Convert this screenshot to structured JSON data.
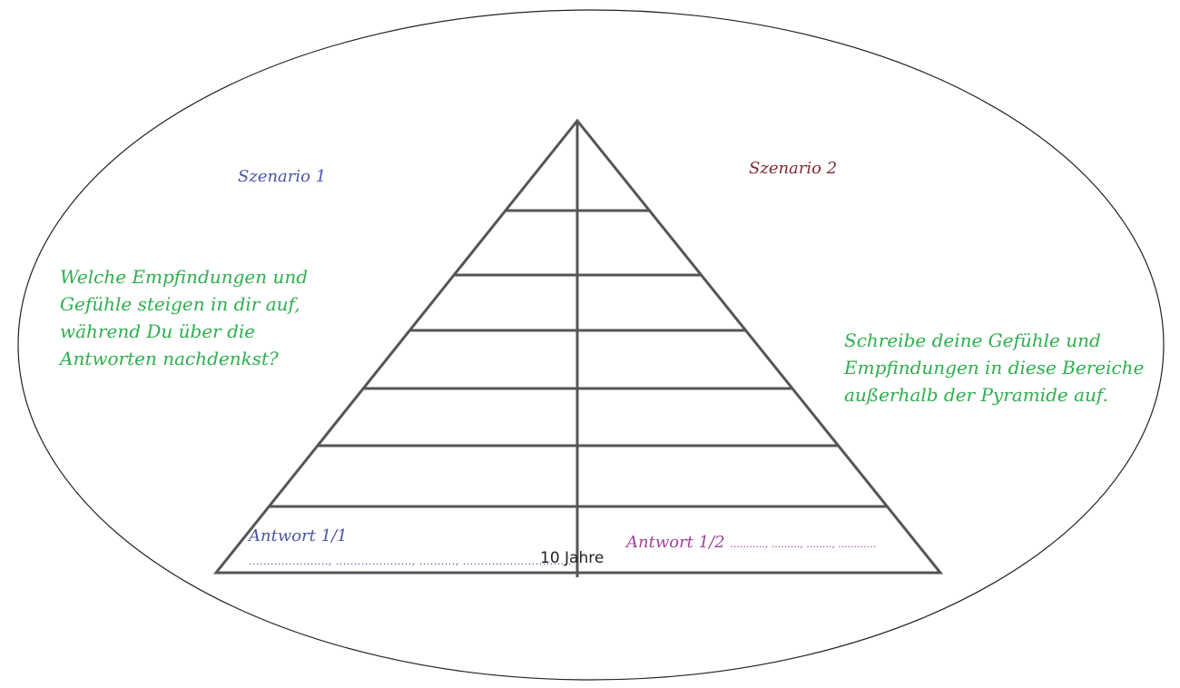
{
  "scenario_1_label": "Szenario 1",
  "scenario_2_label": "Szenario 2",
  "prompt_left": "Welche Empfindungen und Gefühle steigen in dir auf, während Du über die Antworten nachdenkst?",
  "prompt_right": "Schreibe deine Gefühle und Empfindungen in diese Bereiche außerhalb der Pyramide auf.",
  "answer_1_label": "Antwort 1/1",
  "answer_1_dots": "......................, ....................., .........., ..............................",
  "answer_2_label": "Antwort 1/2",
  "answer_2_dots": "..........., ........., ........, ............",
  "base_label": "10 Jahre",
  "colors": {
    "outline": "#555555",
    "scenario_1": "#4a55a6",
    "scenario_2": "#7f2a35",
    "prompt": "#2fae4e",
    "answer_2": "#a23f99"
  }
}
